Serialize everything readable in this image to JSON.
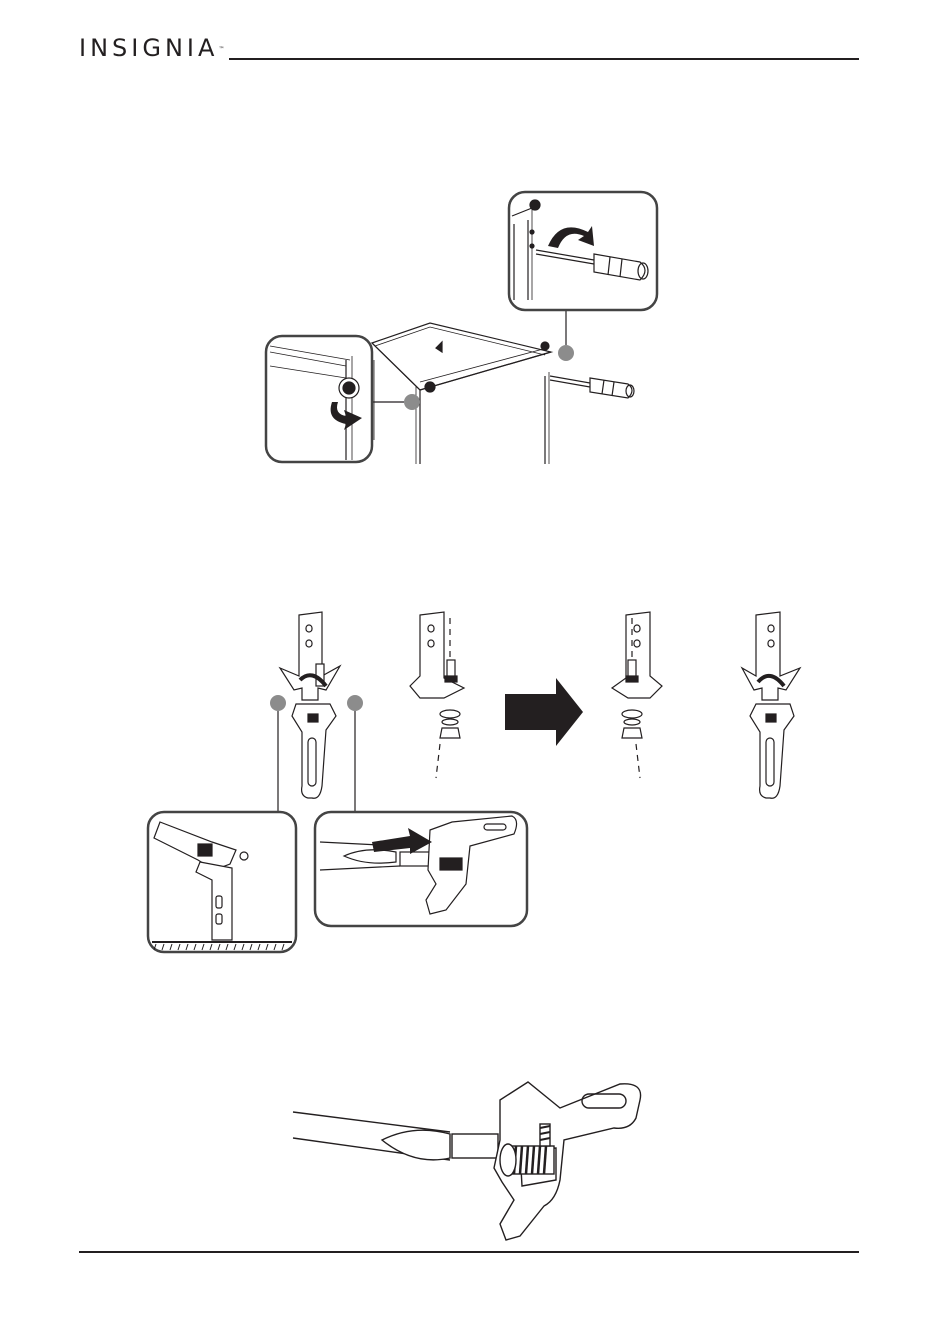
{
  "header": {
    "brand": "INSIGNIA",
    "trademark": "™"
  },
  "figures": [
    {
      "name": "cabinet-frame-figure",
      "callouts": 2,
      "icons": [
        "screwdriver-icon",
        "knob-icon",
        "rotate-arrow-icon"
      ]
    },
    {
      "name": "bracket-reversal-figure",
      "callouts": 2,
      "icons": [
        "adjustable-wrench-icon",
        "hinge-bracket-icon",
        "right-arrow-icon"
      ]
    },
    {
      "name": "wrench-screwdriver-closeup-figure",
      "callouts": 0,
      "icons": [
        "screwdriver-icon",
        "adjustable-wrench-icon",
        "hinge-pin-icon"
      ]
    }
  ],
  "colors": {
    "ink": "#231f20",
    "callout_dot": "#8c8c8c",
    "frame_stroke": "#666666"
  }
}
